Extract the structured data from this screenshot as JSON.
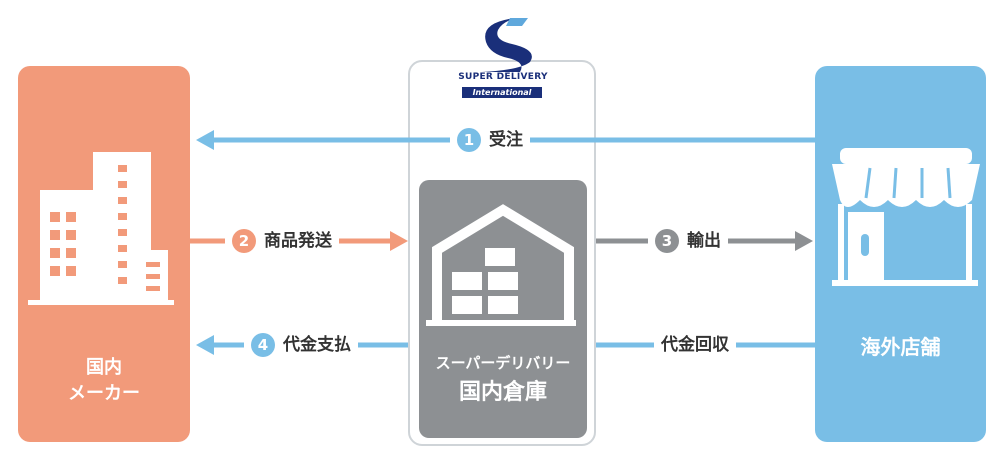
{
  "logo": {
    "line1": "SUPER DELIVERY",
    "line2": "International"
  },
  "maker": {
    "line1": "国内",
    "line2": "メーカー"
  },
  "warehouse": {
    "sub": "スーパーデリバリー",
    "main": "国内倉庫"
  },
  "shop": {
    "label": "海外店舗"
  },
  "flows": {
    "order": {
      "num": "1",
      "text": "受注"
    },
    "ship": {
      "num": "2",
      "text": "商品発送"
    },
    "export": {
      "num": "3",
      "text": "輸出"
    },
    "payment": {
      "num": "4",
      "text": "代金支払"
    },
    "collect": {
      "text": "代金回収"
    }
  },
  "colors": {
    "maker": "#F29A7A",
    "shop": "#79BEE6",
    "warehouse": "#8D9093",
    "logo": "#1a2f7a",
    "text": "#333333"
  }
}
